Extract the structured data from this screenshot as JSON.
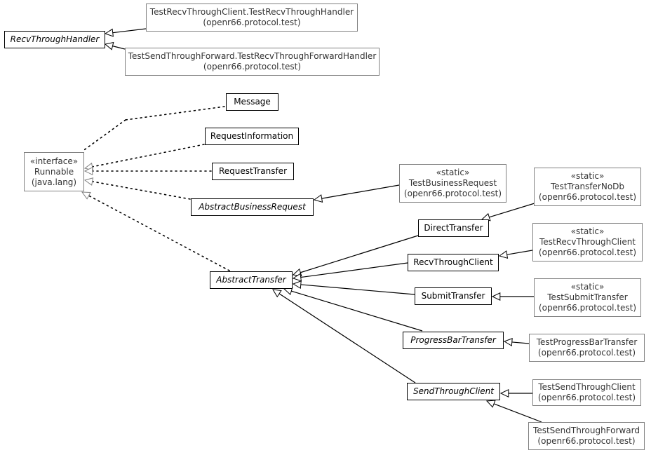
{
  "nodes": {
    "recv_through_handler": {
      "lines": [
        "RecvThroughHandler"
      ]
    },
    "test_recv_through_client_handler": {
      "lines": [
        "TestRecvThroughClient.TestRecvThroughHandler",
        "(openr66.protocol.test)"
      ]
    },
    "test_send_through_forward_handler": {
      "lines": [
        "TestSendThroughForward.TestRecvThroughForwardHandler",
        "(openr66.protocol.test)"
      ]
    },
    "message": {
      "lines": [
        "Message"
      ]
    },
    "request_information": {
      "lines": [
        "RequestInformation"
      ]
    },
    "request_transfer": {
      "lines": [
        "RequestTransfer"
      ]
    },
    "runnable": {
      "lines": [
        "«interface»",
        "Runnable",
        "(java.lang)"
      ]
    },
    "abstract_business_request": {
      "lines": [
        "AbstractBusinessRequest"
      ]
    },
    "test_business_request": {
      "lines": [
        "«static»",
        "TestBusinessRequest",
        "(openr66.protocol.test)"
      ]
    },
    "test_transfer_no_db": {
      "lines": [
        "«static»",
        "TestTransferNoDb",
        "(openr66.protocol.test)"
      ]
    },
    "direct_transfer": {
      "lines": [
        "DirectTransfer"
      ]
    },
    "test_recv_through_client": {
      "lines": [
        "«static»",
        "TestRecvThroughClient",
        "(openr66.protocol.test)"
      ]
    },
    "recv_through_client": {
      "lines": [
        "RecvThroughClient"
      ]
    },
    "abstract_transfer": {
      "lines": [
        "AbstractTransfer"
      ]
    },
    "submit_transfer": {
      "lines": [
        "SubmitTransfer"
      ]
    },
    "test_submit_transfer": {
      "lines": [
        "«static»",
        "TestSubmitTransfer",
        "(openr66.protocol.test)"
      ]
    },
    "progress_bar_transfer": {
      "lines": [
        "ProgressBarTransfer"
      ]
    },
    "test_progress_bar_transfer": {
      "lines": [
        "TestProgressBarTransfer",
        "(openr66.protocol.test)"
      ]
    },
    "send_through_client": {
      "lines": [
        "SendThroughClient"
      ]
    },
    "test_send_through_client": {
      "lines": [
        "TestSendThroughClient",
        "(openr66.protocol.test)"
      ]
    },
    "test_send_through_forward": {
      "lines": [
        "TestSendThroughForward",
        "(openr66.protocol.test)"
      ]
    }
  },
  "colors": {
    "line": "#000000",
    "external_border": "#808080"
  }
}
